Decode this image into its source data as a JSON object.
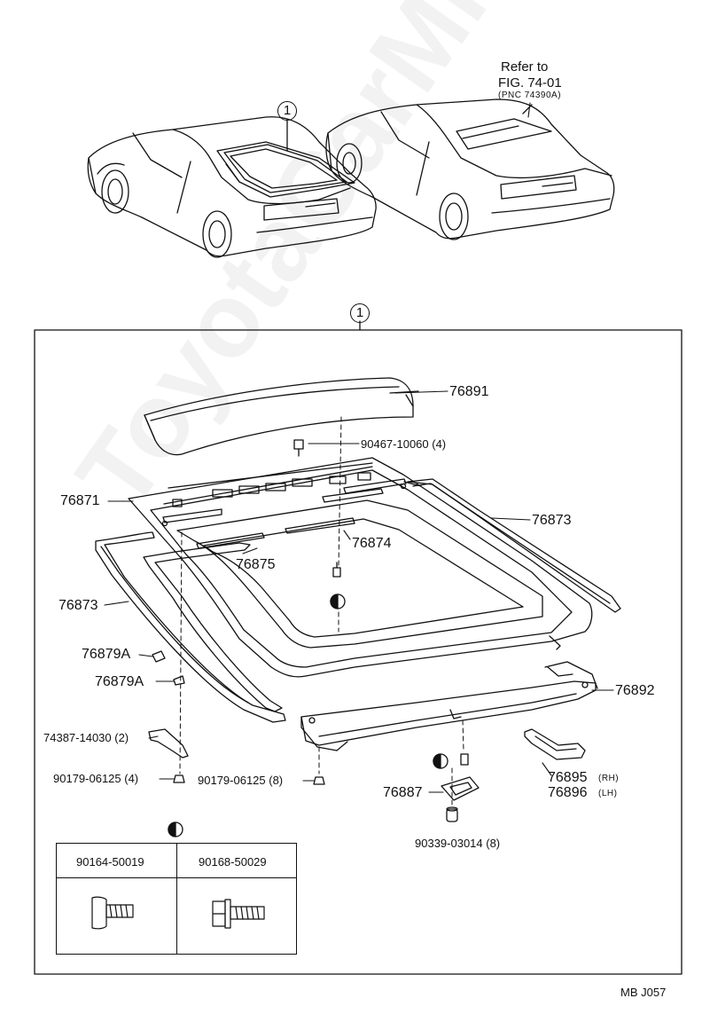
{
  "refer": {
    "line1": "Refer to",
    "line2": "FIG. 74-01",
    "line3": "(PNC 74390A)"
  },
  "callouts": {
    "top": "1",
    "main": "1"
  },
  "labels": {
    "p76891": "76891",
    "p90467": "90467-10060 (4)",
    "p76871": "76871",
    "p76873a": "76873",
    "p76874": "76874",
    "p76875": "76875",
    "p76873b": "76873",
    "p76879a1": "76879A",
    "p76879a2": "76879A",
    "p76892": "76892",
    "p74387": "74387-14030 (2)",
    "p90179a": "90179-06125 (4)",
    "p90179b": "90179-06125 (8)",
    "p76887": "76887",
    "p76895": "76895",
    "p76895_side": "(RH)",
    "p76896": "76896",
    "p76896_side": "(LH)",
    "p90339": "90339-03014 (8)"
  },
  "bolt_table": {
    "col1": "90164-50019",
    "col2": "90168-50029"
  },
  "footer_code": "MB  J057",
  "watermark": "ToyotaCarMine.ru"
}
